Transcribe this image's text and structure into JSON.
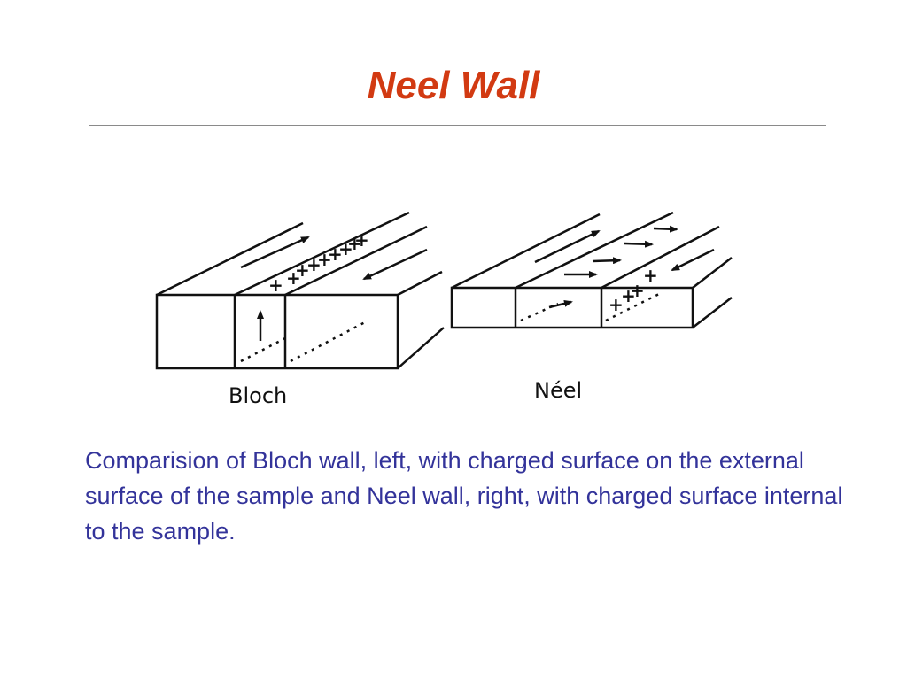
{
  "slide": {
    "title": "Neel Wall",
    "caption": "Comparision of Bloch wall, left, with charged surface on the external surface of the sample and Neel  wall, right, with charged surface internal to the sample."
  },
  "colors": {
    "title": "#d23a12",
    "caption": "#33339a",
    "ink": "#111111"
  },
  "diagram": {
    "bloch": {
      "label": "Bloch",
      "charges": [
        "+",
        "+",
        "+",
        "+",
        "+",
        "+",
        "+",
        "+",
        "+"
      ]
    },
    "neel": {
      "label": "Néel",
      "charges": [
        "+",
        "+",
        "+",
        "+"
      ]
    }
  }
}
